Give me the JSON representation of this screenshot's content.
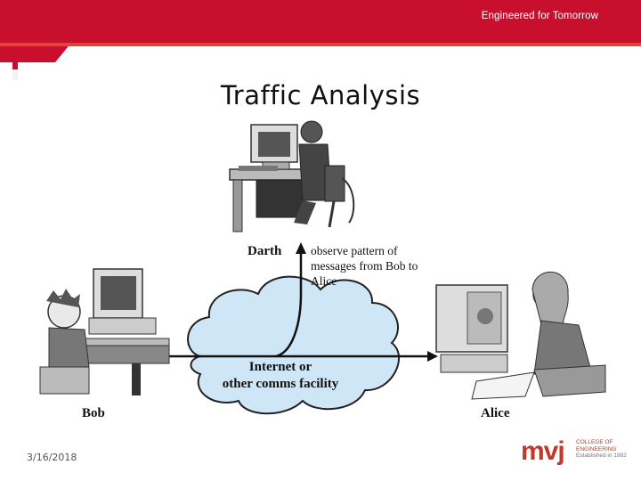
{
  "header": {
    "tagline": "Engineered for Tomorrow"
  },
  "slide": {
    "title": "Traffic Analysis"
  },
  "diagram": {
    "attacker_name": "Darth",
    "attacker_note": "observe pattern of messages from Bob to Alice",
    "sender_name": "Bob",
    "receiver_name": "Alice",
    "network_label_line1": "Internet or",
    "network_label_line2": "other comms facility"
  },
  "footer": {
    "date": "3/16/2018",
    "logo_text": "mvj",
    "logo_line1": "COLLEGE OF",
    "logo_line2": "ENGINEERING",
    "logo_line3": "Established in 1982"
  },
  "colors": {
    "banner_red": "#c8102e",
    "banner_stripe": "#e6403a",
    "cloud_fill": "#cfe6f7",
    "logo_red": "#c0392b"
  }
}
